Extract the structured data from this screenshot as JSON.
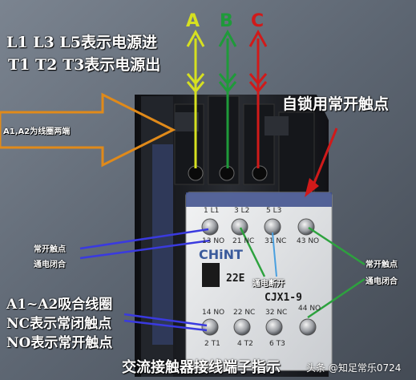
{
  "phases": [
    {
      "label": "A",
      "color": "#d6e020"
    },
    {
      "label": "B",
      "color": "#1f9a3a"
    },
    {
      "label": "C",
      "color": "#d01a1a"
    }
  ],
  "notes": {
    "input_line": "L1  L3  L5表示电源进",
    "output_line": "T1  T2 T3表示电源出",
    "coil_ends": "A1,A2为线圈两端",
    "self_lock": "自锁用常开触点",
    "no_left_1": "常开触点",
    "no_left_2": "通电闭合",
    "no_right_1": "常开触点",
    "no_right_2": "通电闭合",
    "nc_mid": "通电断开",
    "legend_1": "A1~A2吸合线圈",
    "legend_2": "NC表示常闭触点",
    "legend_3": "NO表示常开触点",
    "caption": "交流接触器接线端子指示"
  },
  "panel": {
    "top_labels": [
      "1 L1",
      "3 L2",
      "5 L3"
    ],
    "top_row2": [
      "13 NO",
      "21 NC",
      "31 NC",
      "43 NO"
    ],
    "brand": "CHiNT",
    "model_left": "22E",
    "model_right": "CJX1-9",
    "bottom_row1": [
      "14 NO",
      "22 NC",
      "32 NC",
      "44 NO"
    ],
    "bottom_labels": [
      "2 T1",
      "4 T2",
      "6 T3"
    ]
  },
  "watermark": "头条 @知足常乐0724",
  "colors": {
    "accent_wire_blue": "#3a3adf",
    "arrow_outline": "#e08a1a",
    "arrow_red": "#d01a1a",
    "contactor_body": "#1b1d22",
    "panel": "#e8e9ea"
  }
}
